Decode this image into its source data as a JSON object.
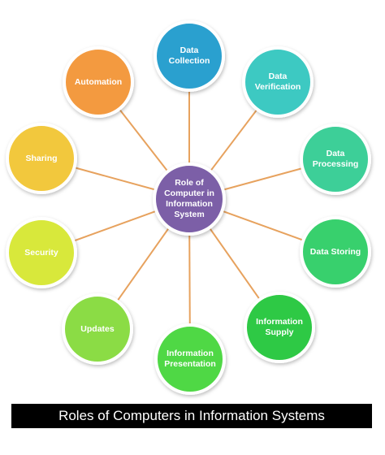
{
  "center": {
    "label": "Role of\nComputer in\nInformation\nSystem",
    "color": "#7b5ea7"
  },
  "connector_color": "#e7a25e",
  "nodes": [
    {
      "id": "data-collection",
      "label": "Data\nCollection",
      "color": "#2aa0cf"
    },
    {
      "id": "data-verification",
      "label": "Data\nVerification",
      "color": "#3cc9c2"
    },
    {
      "id": "data-processing",
      "label": "Data\nProcessing",
      "color": "#3dcf98"
    },
    {
      "id": "data-storing",
      "label": "Data Storing",
      "color": "#37d06d"
    },
    {
      "id": "information-supply",
      "label": "Information\nSupply",
      "color": "#2ec944"
    },
    {
      "id": "information-presentation",
      "label": "Information\nPresentation",
      "color": "#4fd844"
    },
    {
      "id": "updates",
      "label": "Updates",
      "color": "#8bdc44"
    },
    {
      "id": "security",
      "label": "Security",
      "color": "#d8e83a"
    },
    {
      "id": "sharing",
      "label": "Sharing",
      "color": "#f2c83c"
    },
    {
      "id": "automation",
      "label": "Automation",
      "color": "#f39a3f"
    }
  ],
  "caption": "Roles of Computers in Information Systems"
}
